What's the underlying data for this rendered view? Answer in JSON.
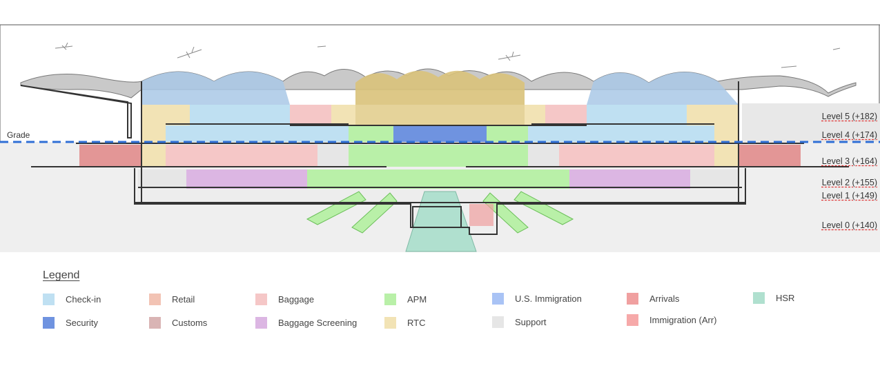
{
  "grade_label": "Grade",
  "levels": [
    {
      "label": "Level 5 (+182)"
    },
    {
      "label": "Level 4 (+174)"
    },
    {
      "label": "Level 3 (+164)"
    },
    {
      "label": "Level 2 (+155)"
    },
    {
      "label": "Level 1 (+149)"
    },
    {
      "label": "Level 0 (+140)"
    }
  ],
  "legend": {
    "title": "Legend",
    "items": [
      {
        "label": "Check-in",
        "color": "#bfe0f2"
      },
      {
        "label": "Security",
        "color": "#6f93e0"
      },
      {
        "label": "Retail",
        "color": "#f2c3b4"
      },
      {
        "label": "Customs",
        "color": "#d9b4b4"
      },
      {
        "label": "Baggage",
        "color": "#f5c7c7"
      },
      {
        "label": "Baggage Screening",
        "color": "#dcb6e3"
      },
      {
        "label": "APM",
        "color": "#b9f0a8"
      },
      {
        "label": "RTC",
        "color": "#f2e3b5"
      },
      {
        "label": "U.S. Immigration",
        "color": "#a9c3f5"
      },
      {
        "label": "Support",
        "color": "#e6e6e6"
      },
      {
        "label": "Arrivals",
        "color": "#f0a0a0"
      },
      {
        "label": "Immigration (Arr)",
        "color": "#f6a9a9"
      },
      {
        "label": "HSR",
        "color": "#b0e0cf"
      }
    ]
  }
}
